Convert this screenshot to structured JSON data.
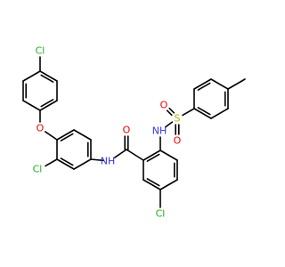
{
  "molecule": {
    "colors": {
      "bond": "#000000",
      "carbon": "#000000",
      "nitrogen": "#3333ee",
      "oxygen": "#ee0000",
      "sulfur": "#b2b200",
      "chlorine": "#1fb01f",
      "background": "#ffffff"
    },
    "labels": {
      "cl_top": "Cl",
      "o_ether": "O",
      "cl_mid": "Cl",
      "nh_amide": "NH",
      "o_carbonyl": "O",
      "nh_sulfonamide": "NH",
      "s": "S",
      "o_s_left": "O",
      "o_s_bottom": "O",
      "cl_bottom": "Cl"
    }
  }
}
